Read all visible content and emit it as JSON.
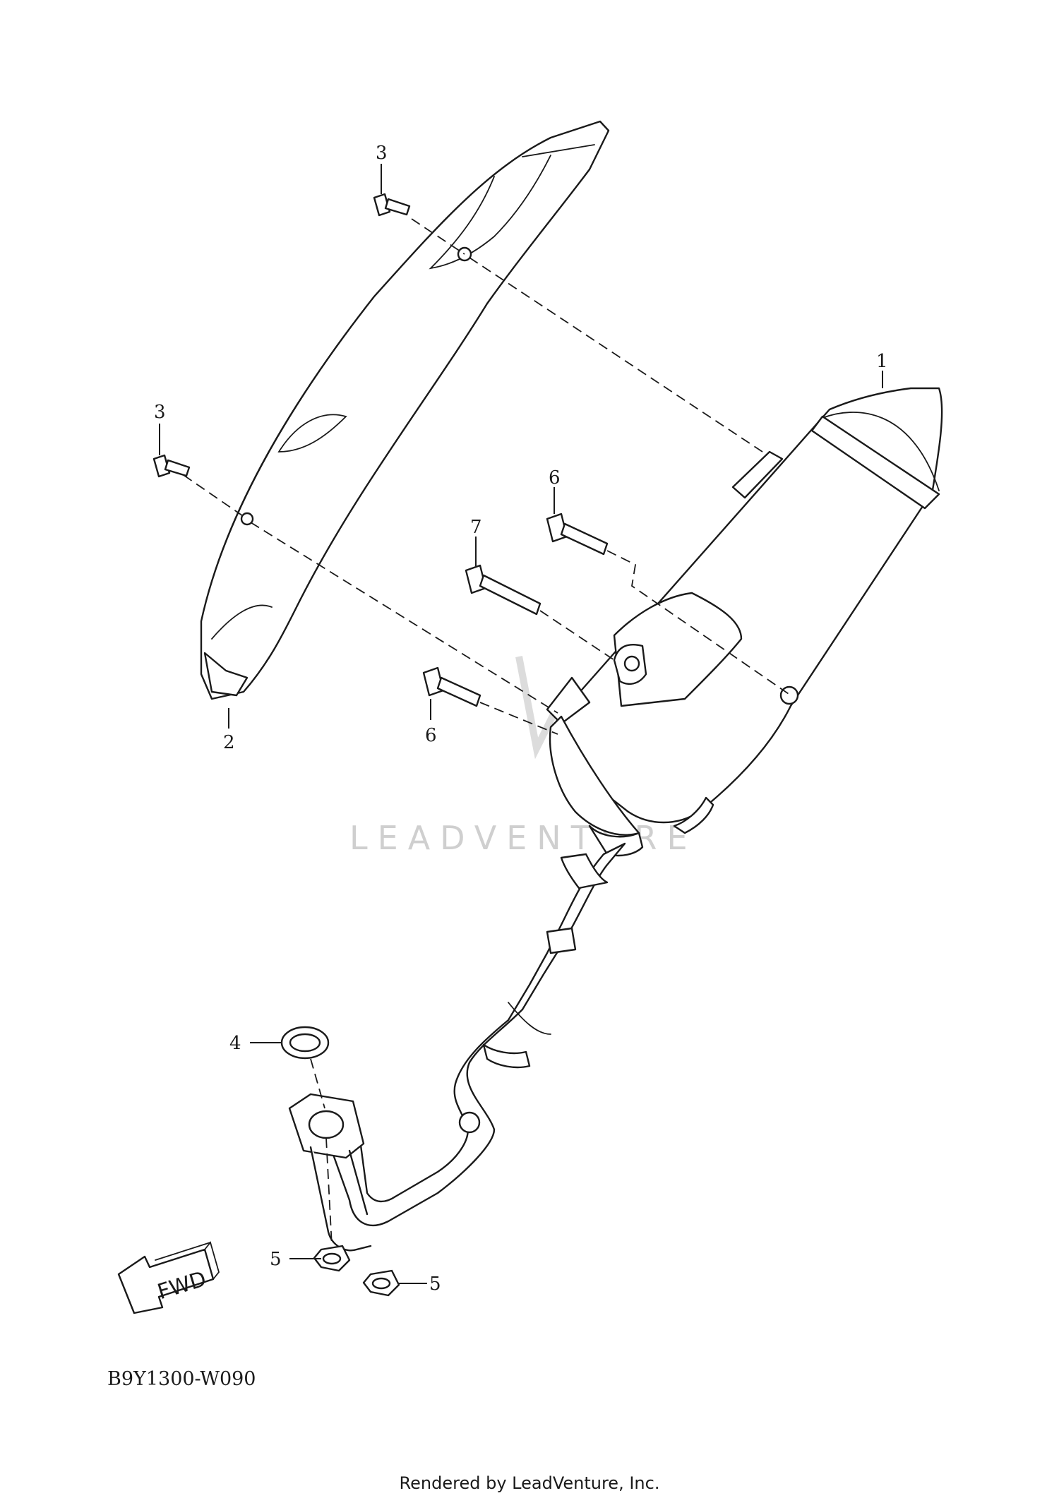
{
  "diagram": {
    "code": "B9Y1300-W090",
    "watermark": "LEADVENTURE",
    "fwd_label": "FWD",
    "credit": "Rendered by LeadVenture, Inc.",
    "callouts": {
      "part_1": "1",
      "part_2": "2",
      "part_3a": "3",
      "part_3b": "3",
      "part_4": "4",
      "part_5a": "5",
      "part_5b": "5",
      "part_6a": "6",
      "part_6b": "6",
      "part_7": "7"
    }
  }
}
